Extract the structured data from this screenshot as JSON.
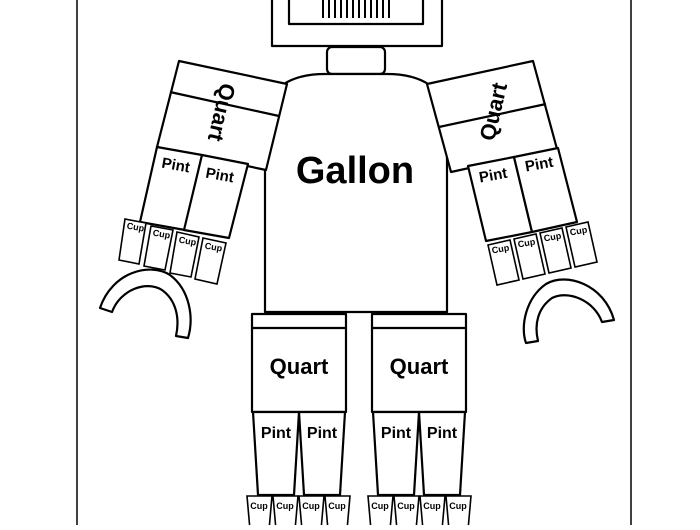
{
  "labels": {
    "gallon": "Gallon",
    "quart": "Quart",
    "pint": "Pint",
    "cup": "Cup"
  },
  "colors": {
    "line": "#000000",
    "fill": "#ffffff"
  }
}
